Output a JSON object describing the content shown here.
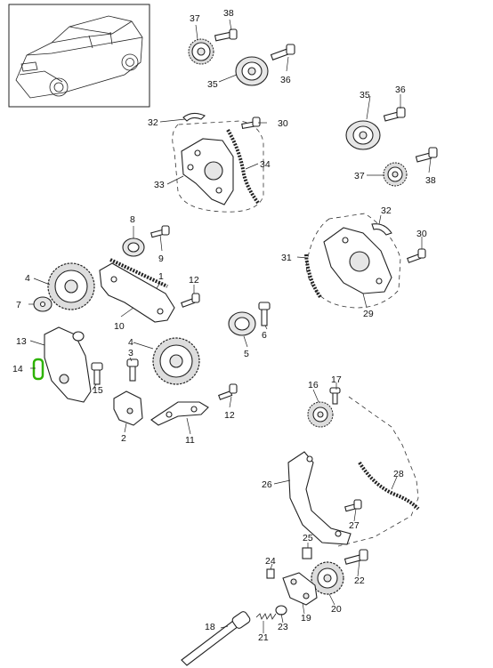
{
  "diagram": {
    "labels": [
      {
        "id": "l37a",
        "text": "37"
      },
      {
        "id": "l38a",
        "text": "38"
      },
      {
        "id": "l35a",
        "text": "35"
      },
      {
        "id": "l36a",
        "text": "36"
      },
      {
        "id": "l32a",
        "text": "32"
      },
      {
        "id": "l30a",
        "text": "30"
      },
      {
        "id": "l34",
        "text": "34"
      },
      {
        "id": "l33",
        "text": "33"
      },
      {
        "id": "l35b",
        "text": "35"
      },
      {
        "id": "l36b",
        "text": "36"
      },
      {
        "id": "l37b",
        "text": "37"
      },
      {
        "id": "l38b",
        "text": "38"
      },
      {
        "id": "l8",
        "text": "8"
      },
      {
        "id": "l9",
        "text": "9"
      },
      {
        "id": "l4a",
        "text": "4"
      },
      {
        "id": "l1",
        "text": "1"
      },
      {
        "id": "l7",
        "text": "7"
      },
      {
        "id": "l12a",
        "text": "12"
      },
      {
        "id": "l10",
        "text": "10"
      },
      {
        "id": "l13",
        "text": "13"
      },
      {
        "id": "l14",
        "text": "14"
      },
      {
        "id": "l4b",
        "text": "4"
      },
      {
        "id": "l3",
        "text": "3"
      },
      {
        "id": "l15",
        "text": "15"
      },
      {
        "id": "l2",
        "text": "2"
      },
      {
        "id": "l11",
        "text": "11"
      },
      {
        "id": "l12b",
        "text": "12"
      },
      {
        "id": "l6",
        "text": "6"
      },
      {
        "id": "l5",
        "text": "5"
      },
      {
        "id": "l32b",
        "text": "32"
      },
      {
        "id": "l30b",
        "text": "30"
      },
      {
        "id": "l31",
        "text": "31"
      },
      {
        "id": "l29",
        "text": "29"
      },
      {
        "id": "l16",
        "text": "16"
      },
      {
        "id": "l17",
        "text": "17"
      },
      {
        "id": "l28",
        "text": "28"
      },
      {
        "id": "l26",
        "text": "26"
      },
      {
        "id": "l27",
        "text": "27"
      },
      {
        "id": "l25",
        "text": "25"
      },
      {
        "id": "l24",
        "text": "24"
      },
      {
        "id": "l22",
        "text": "22"
      },
      {
        "id": "l20",
        "text": "20"
      },
      {
        "id": "l19",
        "text": "19"
      },
      {
        "id": "l18",
        "text": "18"
      },
      {
        "id": "l21",
        "text": "21"
      },
      {
        "id": "l23",
        "text": "23"
      }
    ],
    "highlight_color": "#2db300"
  }
}
